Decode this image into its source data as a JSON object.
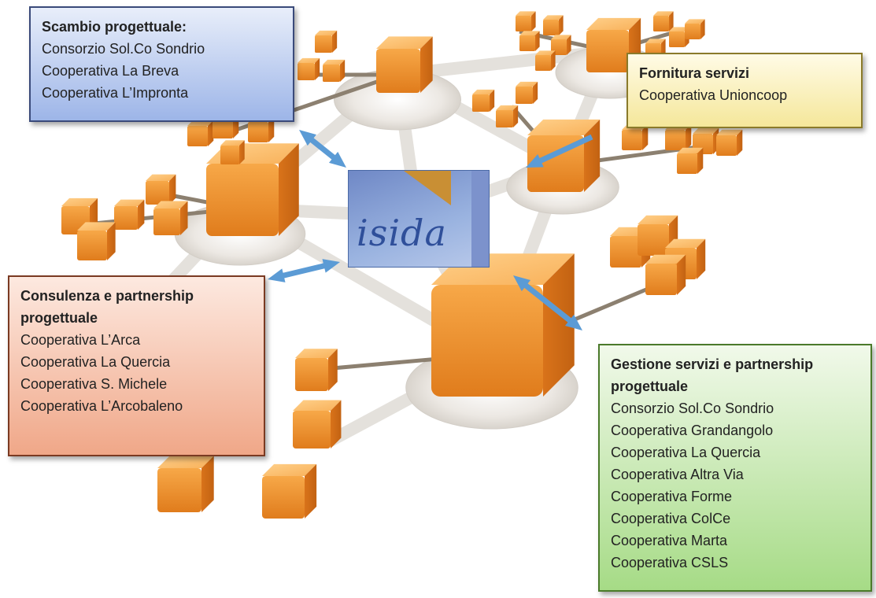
{
  "diagram": {
    "center_logo": {
      "text": "isida"
    },
    "boxes": {
      "scambio": {
        "title": "Scambio progettuale:",
        "items": [
          "Consorzio Sol.Co Sondrio",
          "Cooperativa La Breva",
          "Cooperativa L’Impronta"
        ],
        "color": "#9db5e8"
      },
      "fornitura": {
        "title": "Fornitura servizi",
        "items": [
          "Cooperativa Unioncoop"
        ],
        "color": "#f5e79a"
      },
      "consulenza": {
        "title": "Consulenza e partnership progettuale",
        "items": [
          "Cooperativa L’Arca",
          "Cooperativa La Quercia",
          "Cooperativa S. Michele",
          "Cooperativa L’Arcobaleno"
        ],
        "color": "#f0a788"
      },
      "gestione": {
        "title": "Gestione servizi e partnership progettuale",
        "items": [
          "Consorzio Sol.Co Sondrio",
          "Cooperativa Grandangolo",
          "Cooperativa La Quercia",
          "Cooperativa Altra Via",
          "Cooperativa Forme",
          "Cooperativa ColCe",
          "Cooperativa Marta",
          "Cooperativa CSLS"
        ],
        "color": "#a6db86"
      }
    },
    "colors": {
      "cube": "#f39a3a",
      "link": "#e0dcd6",
      "arrow": "#5b9bd5"
    }
  }
}
